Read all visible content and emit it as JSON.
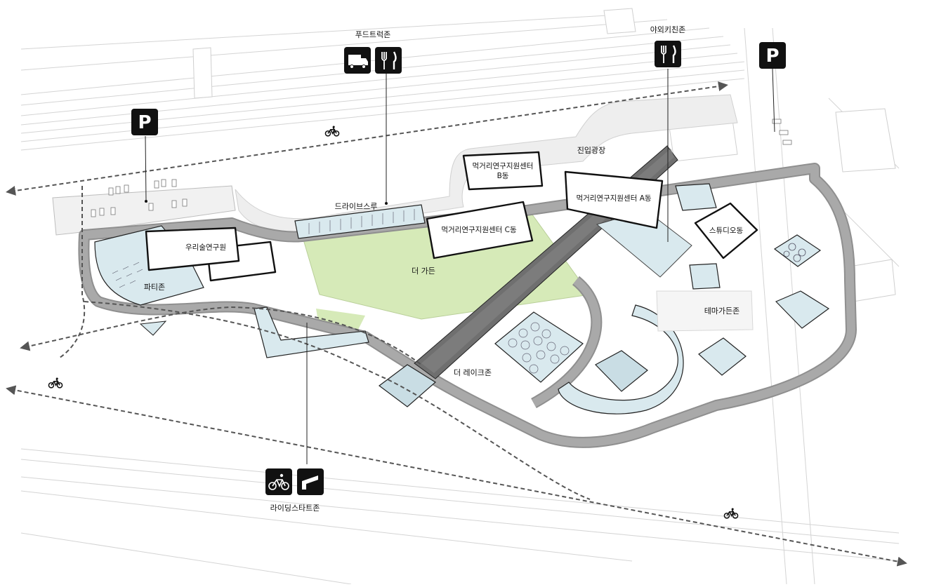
{
  "zones": {
    "food_truck": "푸드트럭존",
    "outdoor_kitchen": "야외키친존",
    "riding_start": "라이딩스타트존",
    "entrance_plaza": "진입광장",
    "drive_thru": "드라이브스루",
    "the_garden": "더 가든",
    "the_lake": "더 레이크존",
    "party": "파티존",
    "theme_garden": "테마가든존"
  },
  "buildings": {
    "center_b_line1": "먹거리연구지원센터",
    "center_b_line2": "B동",
    "center_a": "먹거리연구지원센터 A동",
    "center_c": "먹거리연구지원센터 C동",
    "liquor_institute": "우리술연구원",
    "studio": "스튜디오동"
  },
  "parking_signs": [
    "P",
    "P"
  ],
  "icons": [
    "food-truck-icon",
    "fork-knife-icon",
    "parking-icon",
    "bicycle-icon",
    "ramp-icon"
  ],
  "colors": {
    "lawn": "#d6eab8",
    "road": "#9c9c9c",
    "road_dark": "#6f6f6f",
    "water": "#d9e9ee",
    "sign_bg": "#111111"
  }
}
